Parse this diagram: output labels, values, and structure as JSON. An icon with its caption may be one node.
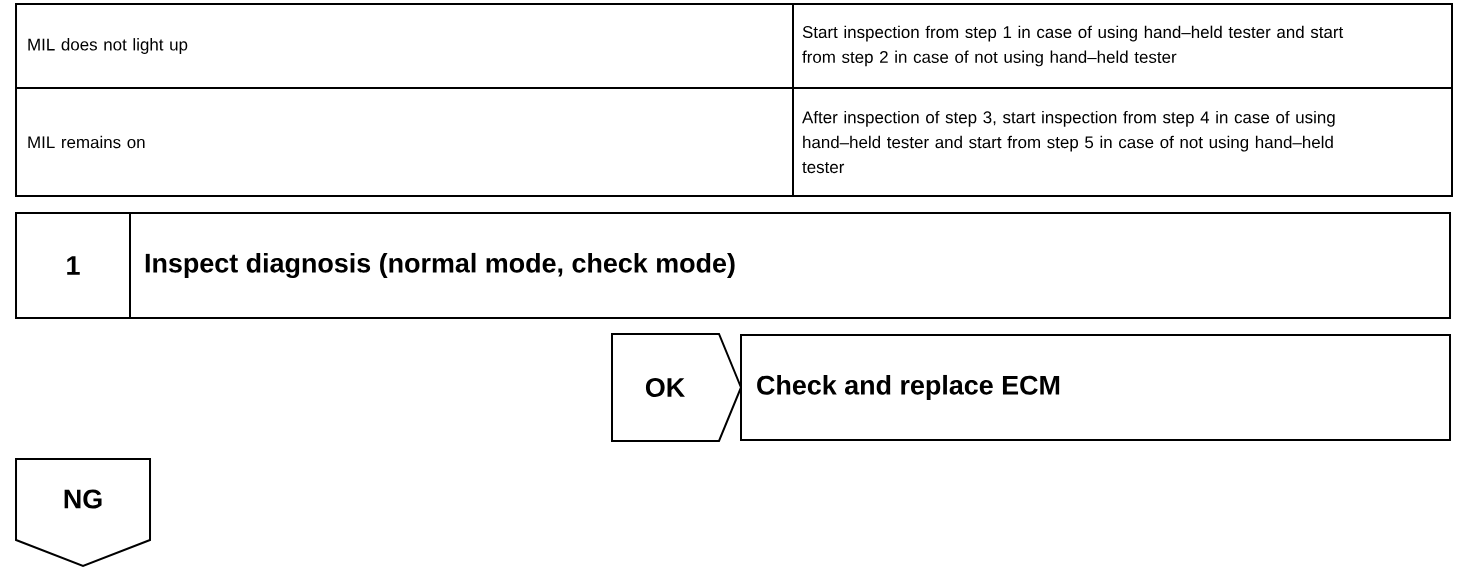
{
  "diagram": {
    "nodes": [
      {
        "text": [
          "1",
          "Inspect diagnosis (normal mode, check mode)"
        ]
      },
      {
        "text": [
          "Check and replace ECM"
        ]
      },
      {
        "text": [
          "NG"
        ]
      }
    ],
    "edges": [
      {
        "from": 0,
        "to": 1,
        "arrow": "to",
        "label": "OK"
      }
    ],
    "labels": [
      "MIL does not light up",
      "Start inspection from step 1 in case of using hand–held tester and start from step 2 in case of not using hand–held tester",
      "MIL remains on",
      "After inspection of step 3, start inspection from step 4 in case of using hand–held tester and start from step 5 in case of not using hand–held tester"
    ]
  }
}
